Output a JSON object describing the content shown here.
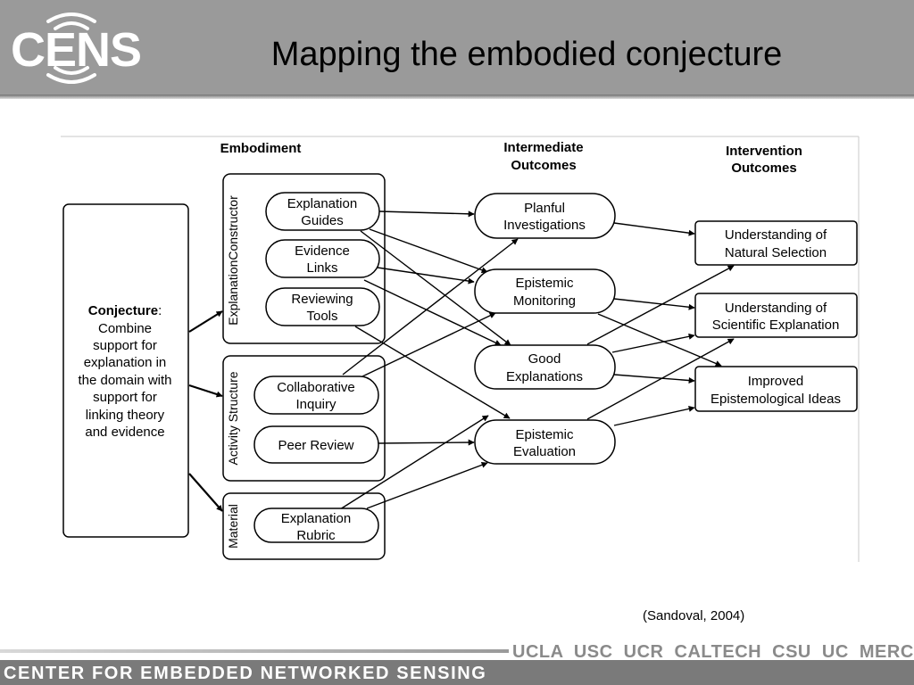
{
  "header": {
    "logo_text": "CENS",
    "title": "Mapping the embodied conjecture"
  },
  "diagram": {
    "column_headers": {
      "embodiment": "Embodiment",
      "intermediate": [
        "Intermediate",
        "Outcomes"
      ],
      "intervention": [
        "Intervention",
        "Outcomes"
      ]
    },
    "conjecture": {
      "bold": "Conjecture",
      "lines": [
        "Combine",
        "support for",
        "explanation in",
        "the domain with",
        "support for",
        "linking theory",
        "and evidence"
      ]
    },
    "groups": {
      "explanation_constructor": "ExplanationConstructor",
      "activity_structure": "Activity Structure",
      "material": "Material"
    },
    "embodiment_nodes": {
      "explanation_guides": [
        "Explanation",
        "Guides"
      ],
      "evidence_links": [
        "Evidence",
        "Links"
      ],
      "reviewing_tools": [
        "Reviewing",
        "Tools"
      ],
      "collaborative_inquiry": [
        "Collaborative",
        "Inquiry"
      ],
      "peer_review": [
        "Peer Review"
      ],
      "explanation_rubric": [
        "Explanation",
        "Rubric"
      ]
    },
    "intermediate_nodes": {
      "planful_investigations": [
        "Planful",
        "Investigations"
      ],
      "epistemic_monitoring": [
        "Epistemic",
        "Monitoring"
      ],
      "good_explanations": [
        "Good",
        "Explanations"
      ],
      "epistemic_evaluation": [
        "Epistemic",
        "Evaluation"
      ]
    },
    "intervention_nodes": {
      "natural_selection": [
        "Understanding of",
        "Natural Selection"
      ],
      "scientific_explanation": [
        "Understanding of",
        "Scientific Explanation"
      ],
      "epistemological_ideas": [
        "Improved",
        "Epistemological Ideas"
      ]
    }
  },
  "citation": "(Sandoval, 2004)",
  "footer": {
    "org": "CENTER FOR EMBEDDED NETWORKED SENSING",
    "campuses": "UCLA USC UCR CALTECH CSU UC MERCED"
  }
}
